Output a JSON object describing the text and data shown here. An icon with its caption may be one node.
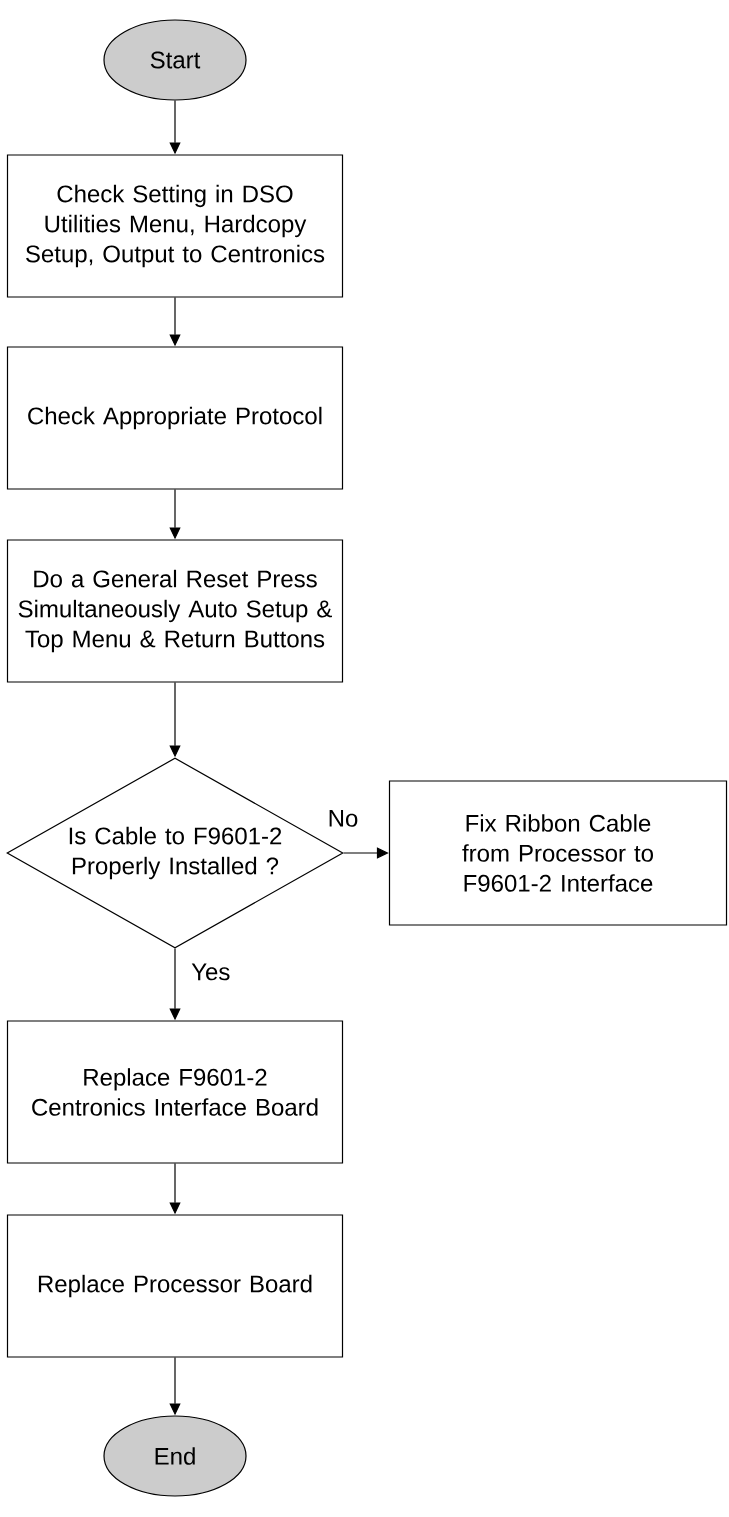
{
  "diagram": {
    "nodes": [
      {
        "text": [
          "Start"
        ]
      },
      {
        "text": [
          "Check Setting in DSO Utilities Menu, Hardcopy Setup, Output to Centronics"
        ]
      },
      {
        "text": [
          "Check Appropriate Protocol"
        ]
      },
      {
        "text": [
          "Do a General Reset Press Simultaneously Auto Setup & Top Menu & Return Buttons"
        ]
      },
      {
        "text": [
          "Is Cable to F9601-2 Properly Installed ?"
        ]
      },
      {
        "text": [
          "Fix Ribbon Cable from Processor to F9601-2 Interface"
        ]
      },
      {
        "text": [
          "Replace F9601-2 Centronics Interface Board"
        ]
      },
      {
        "text": [
          "Replace Processor Board"
        ]
      },
      {
        "text": [
          "End"
        ]
      }
    ],
    "edges": [
      {
        "from": 0,
        "to": 1,
        "arrow": "to"
      },
      {
        "from": 1,
        "to": 2,
        "arrow": "to"
      },
      {
        "from": 2,
        "to": 3,
        "arrow": "to"
      },
      {
        "from": 3,
        "to": 4,
        "arrow": "to"
      },
      {
        "from": 4,
        "to": 5,
        "arrow": "to",
        "label": "No"
      },
      {
        "from": 4,
        "to": 6,
        "arrow": "to",
        "label": "Yes"
      },
      {
        "from": 6,
        "to": 7,
        "arrow": "to"
      },
      {
        "from": 7,
        "to": 8,
        "arrow": "to"
      }
    ]
  }
}
